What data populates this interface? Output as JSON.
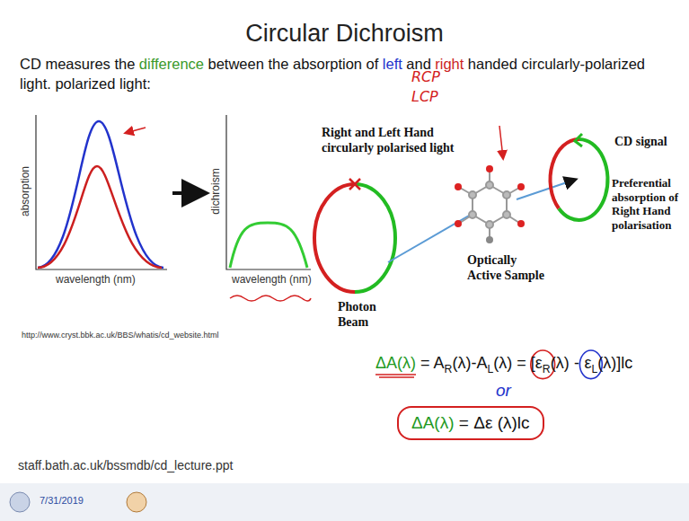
{
  "diagram": {
    "title": "Circular Dichroism",
    "nodes": [
      {
        "text": [
          "ΔA(λ)",
          "= Δε (λ)lc"
        ]
      }
    ],
    "labels": [
      "CD measures the",
      "difference",
      "between the absorption of",
      "left",
      "and",
      "right",
      "handed circularly-polarized light. polarized light:",
      "RCP",
      "LCP",
      "absorption",
      "wavelength (nm)",
      "dichroism",
      "wavelength (nm)",
      "http://www.cryst.bbk.ac.uk/BBS/whatis/cd_website.html",
      "Right and Left Hand circularly polarised light",
      "Photon Beam",
      "Optically Active Sample",
      "CD signal",
      "Preferential absorption of Right Hand polarisation",
      "ΔA(λ)",
      "= A",
      "R",
      "(λ)-A",
      "L",
      "(λ) = [",
      "ε",
      "R",
      "(λ)",
      "-",
      "ε",
      "L",
      "(λ)]lc",
      "or",
      "staff.bath.ac.uk/bssmdb/cd_lecture.ppt",
      "7/31/2019"
    ]
  }
}
